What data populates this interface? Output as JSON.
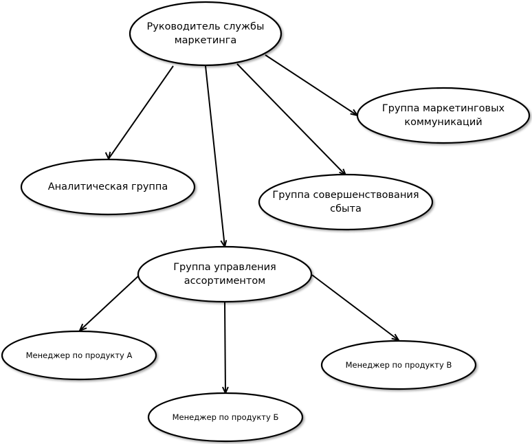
{
  "nodes": {
    "head": {
      "label": "Руководитель службы\nмаркетинга"
    },
    "marketing_comm": {
      "label": "Группа маркетинговых\nкоммуникаций"
    },
    "analytics": {
      "label": "Аналитическая группа"
    },
    "sales": {
      "label": "Группа совершенствования\nсбыта"
    },
    "assortment": {
      "label": "Группа управления\nассортиментом"
    },
    "manager_a": {
      "label": "Менеджер по продукту А"
    },
    "manager_v": {
      "label": "Менеджер по продукту В"
    },
    "manager_b": {
      "label": "Менеджер по продукту Б"
    }
  },
  "edges": [
    {
      "from": "head",
      "to": "analytics"
    },
    {
      "from": "head",
      "to": "assortment"
    },
    {
      "from": "head",
      "to": "sales"
    },
    {
      "from": "head",
      "to": "marketing_comm"
    },
    {
      "from": "assortment",
      "to": "manager_a"
    },
    {
      "from": "assortment",
      "to": "manager_b"
    },
    {
      "from": "assortment",
      "to": "manager_v"
    }
  ]
}
